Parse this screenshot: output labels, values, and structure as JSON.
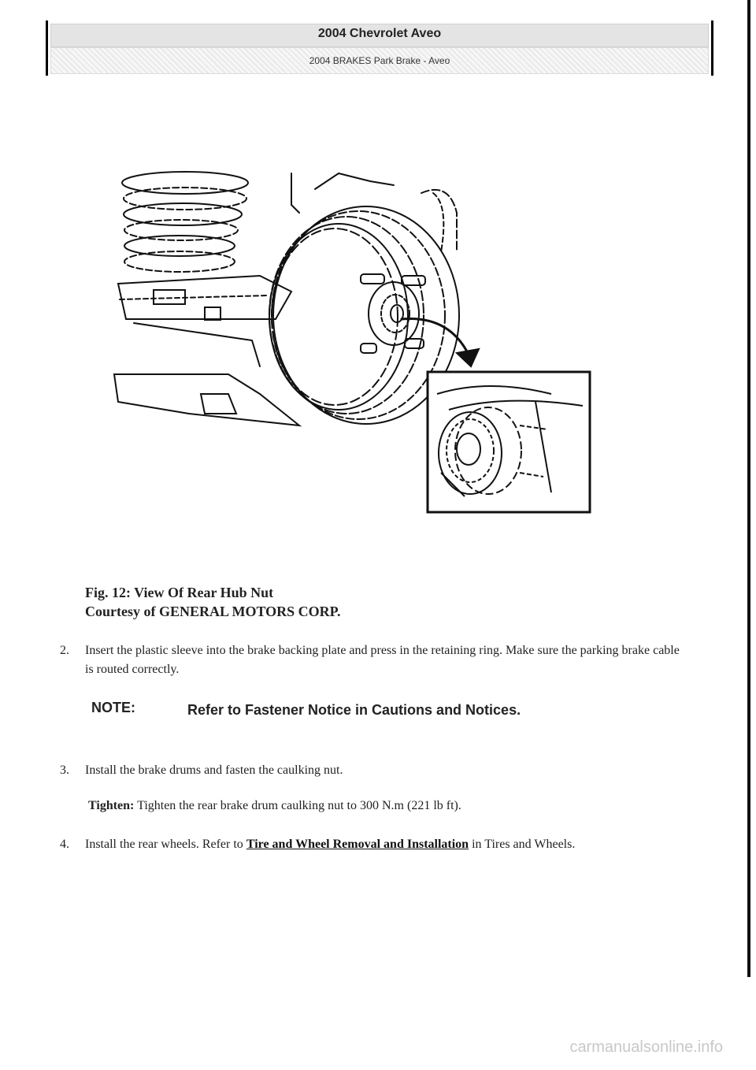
{
  "header": {
    "title": "2004 Chevrolet Aveo",
    "subtitle": "2004 BRAKES Park Brake - Aveo"
  },
  "figure": {
    "caption_title": "Fig. 12: View Of Rear Hub Nut",
    "caption_credit": "Courtesy of GENERAL MOTORS CORP."
  },
  "steps": {
    "step2_num": "2.",
    "step2_text": "Insert the plastic sleeve into the brake backing plate and press in the retaining ring. Make sure the parking brake cable is routed correctly.",
    "note_label": "NOTE:",
    "note_text": "Refer to Fastener Notice in Cautions and Notices.",
    "step3_num": "3.",
    "step3_text": "Install the brake drums and fasten the caulking nut.",
    "tighten_label": "Tighten:",
    "tighten_text": " Tighten the rear brake drum caulking nut to 300 N.m (221 lb ft).",
    "step4_num": "4.",
    "step4_pre": "Install the rear wheels. Refer to ",
    "step4_link": "Tire and Wheel Removal and Installation",
    "step4_post": " in Tires and Wheels."
  },
  "footer": {
    "watermark": "carmanualsonline.info"
  },
  "colors": {
    "ink": "#111111",
    "header_band": "#e4e4e4",
    "watermark": "#c8c8c8"
  }
}
